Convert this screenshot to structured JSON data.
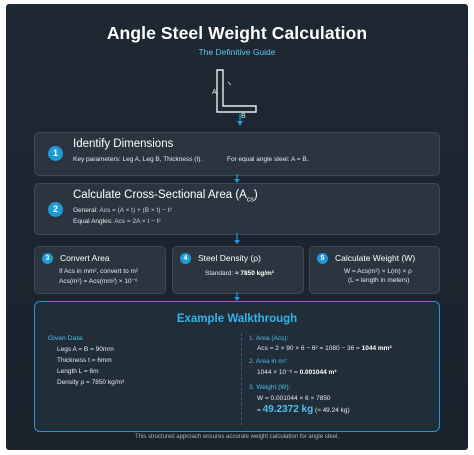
{
  "header": {
    "title": "Angle Steel Weight Calculation",
    "subtitle": "The Definitive Guide"
  },
  "diagram": {
    "label_a": "A",
    "label_b": "B",
    "label_t": "t"
  },
  "steps": [
    {
      "number": "1",
      "title": "Identify Dimensions",
      "line1": "Key parameters: Leg A, Leg B, Thickness (t).",
      "line2": "For equal angle steel: A = B."
    },
    {
      "number": "2",
      "title": "Calculate Cross-Sectional Area (A",
      "title_sub": "cs",
      "title_end": ")",
      "general_label": "General:",
      "general_formula": "Acs = (A × t) + (B × t) − t²",
      "equal_label": "Equal Angles:",
      "equal_formula": "Acs = 2A × t − t²"
    },
    {
      "number": "3",
      "title": "Convert Area",
      "line1": "If Acs in mm², convert to m²",
      "line2": "Acs(m²) = Acs(mm²) × 10⁻⁶"
    },
    {
      "number": "4",
      "title": "Steel Density (ρ)",
      "line1_label": "Standard: ",
      "line1_value": "≈ 7850 kg/m³"
    },
    {
      "number": "5",
      "title": "Calculate Weight (W)",
      "line1": "W = Acs(m²) × L(m) × ρ",
      "line2": "(L = length in meters)"
    }
  ],
  "example": {
    "title": "Example Walkthrough",
    "given_heading": "Given Data:",
    "given": [
      "Legs A = B = 90mm",
      "Thickness t = 6mm",
      "Length L = 6m",
      "Density ρ = 7850 kg/m³"
    ],
    "area_heading": "1. Area (Acs):",
    "area_calc": "Acs = 2 × 90 × 6 − 6² = 1080 − 36 = ",
    "area_result": "1044 mm²",
    "convert_heading": "2. Area in m²:",
    "convert_calc": "1044 × 10⁻⁶ = ",
    "convert_result": "0.001044 m²",
    "weight_heading": "3. Weight (W):",
    "weight_calc": "W = 0.001044 × 6 × 7850",
    "weight_eq": "= ",
    "weight_result": "49.2372 kg",
    "weight_approx": " (≈ 49.24 kg)"
  },
  "footer": "This structured approach ensures accurate weight calculation for angle steel.",
  "colors": {
    "accent": "#1e9ad6",
    "background": "#1e2833",
    "card": "#2a3540"
  }
}
